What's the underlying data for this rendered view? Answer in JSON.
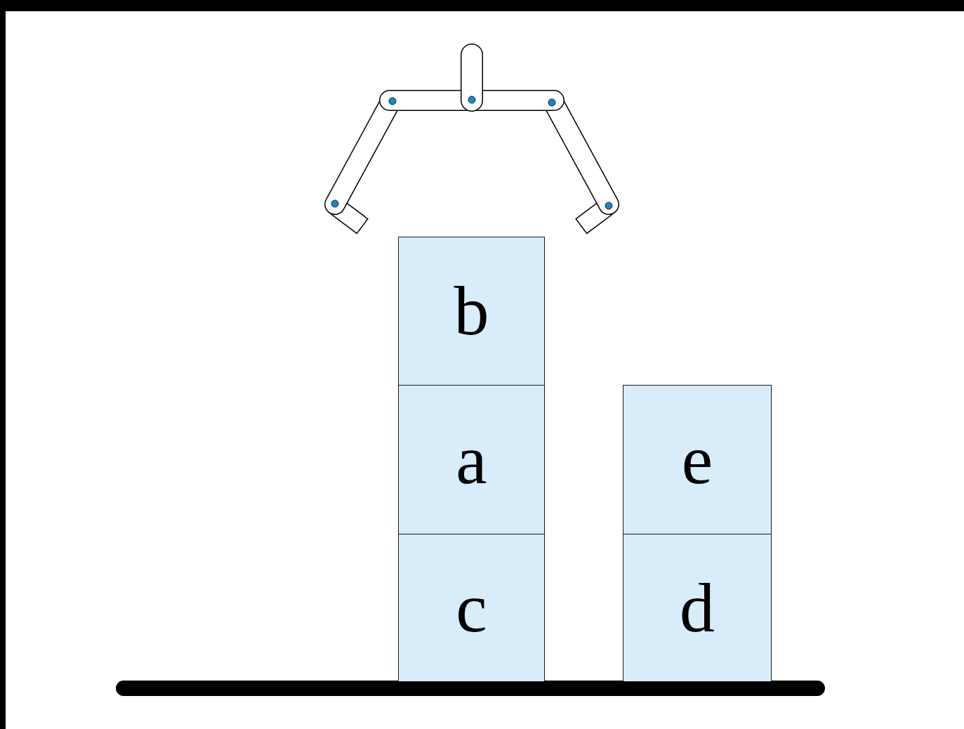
{
  "diagram": {
    "nodes": [
      {
        "text": [
          "b"
        ]
      },
      {
        "text": [
          "a"
        ]
      },
      {
        "text": [
          "c"
        ]
      },
      {
        "text": [
          "e"
        ]
      },
      {
        "text": [
          "d"
        ]
      }
    ]
  }
}
